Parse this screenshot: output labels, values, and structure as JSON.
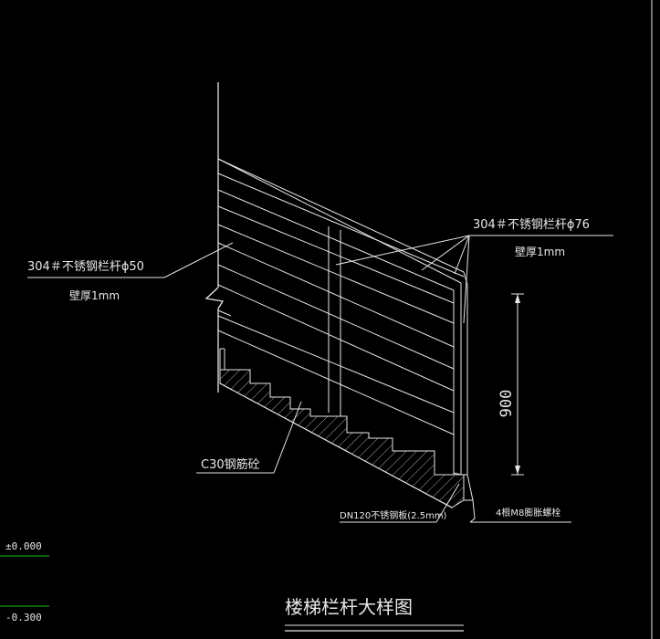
{
  "drawing": {
    "title": "楼梯栏杆大样图",
    "labels": {
      "top_rail_spec": "304＃不锈钢栏杆ϕ76",
      "top_rail_thickness": "壁厚1mm",
      "mid_rail_spec": "304＃不锈钢栏杆ϕ50",
      "mid_rail_thickness": "壁厚1mm",
      "concrete": "C30钢筋砼",
      "base_plate": "DN120不锈钢板(2.5mm)",
      "anchor": "4根M8膨胀螺栓",
      "dimension_900": "900"
    },
    "levels": {
      "upper": "±0.000",
      "lower": "-0.300"
    },
    "colors": {
      "background": "#000000",
      "linework": "#e6e6e6",
      "level_line": "#20c020"
    }
  }
}
